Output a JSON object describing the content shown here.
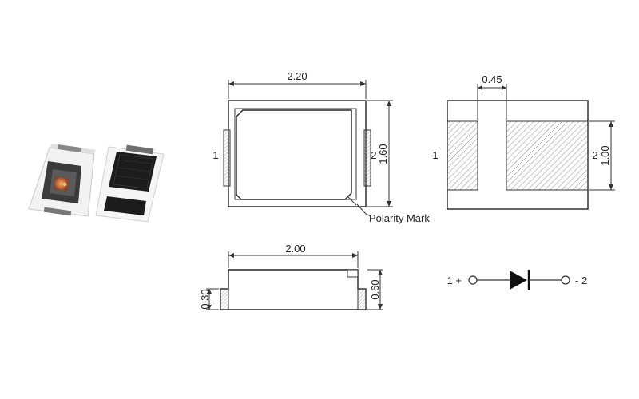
{
  "top_view": {
    "width_dim": "2.20",
    "height_dim": "1.60",
    "pin_left": "1",
    "pin_right": "2",
    "polarity_label": "Polarity Mark"
  },
  "bottom_view": {
    "gap_dim": "0.45",
    "pad_height_dim": "1.00",
    "pin_left": "1",
    "pin_right": "2"
  },
  "side_view": {
    "width_dim": "2.00",
    "terminal_dim": "0.30",
    "height_dim": "0.60"
  },
  "symbol": {
    "anode_label": "1 +",
    "cathode_label": "- 2"
  },
  "colors": {
    "line": "#333333",
    "led_body": "#f4f4f4",
    "led_lens": "#c8643a",
    "led_dark": "#222222",
    "hatch": "#9a9a9a"
  }
}
